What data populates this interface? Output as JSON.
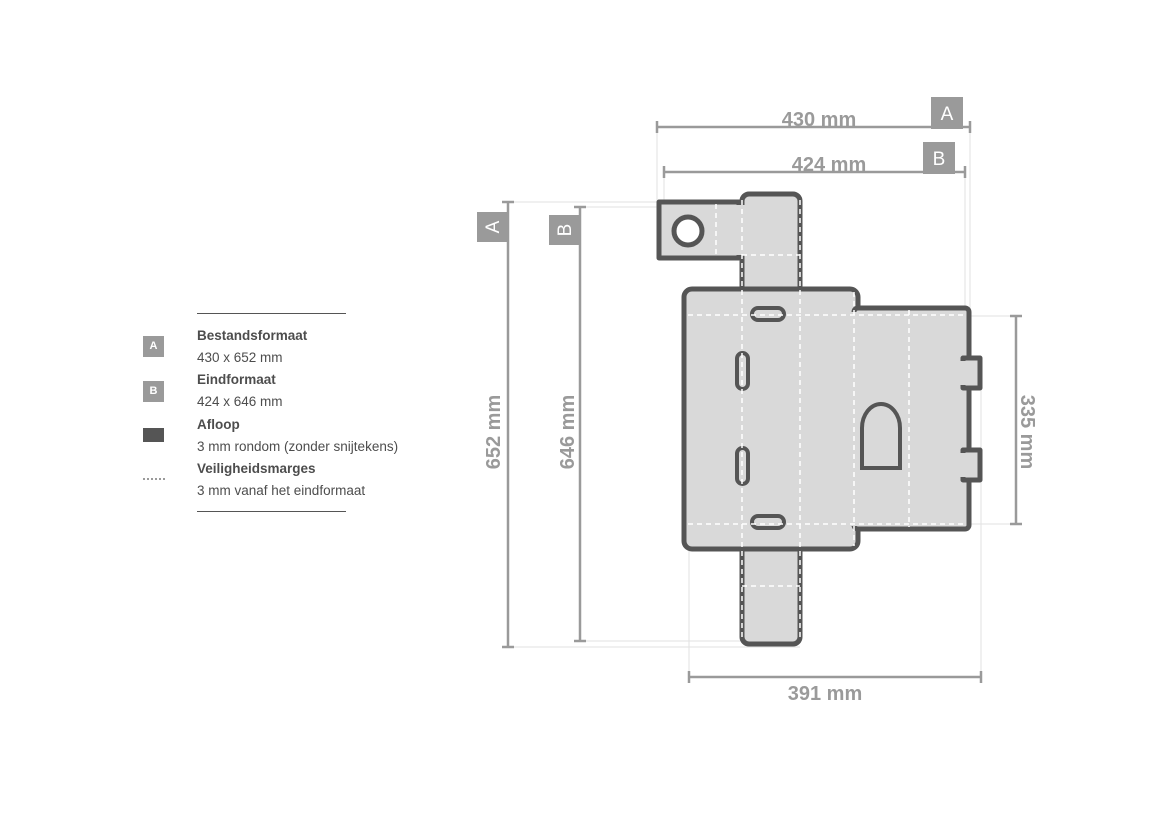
{
  "legend": {
    "items": [
      {
        "badge": "A",
        "title": "Bestandsformaat",
        "value": "430 x 652 mm"
      },
      {
        "badge": "B",
        "title": "Eindformaat",
        "value": "424 x 646 mm"
      },
      {
        "title": "Afloop",
        "value": "3 mm rondom (zonder snijtekens)"
      },
      {
        "title": "Veiligheidsmarges",
        "value": "3 mm vanaf het eindformaat"
      }
    ]
  },
  "dimensions": {
    "width_a": {
      "label": "430 mm",
      "badge": "A"
    },
    "width_b": {
      "label": "424 mm",
      "badge": "B"
    },
    "height_a": {
      "label": "652 mm",
      "badge": "A"
    },
    "height_b": {
      "label": "646 mm",
      "badge": "B"
    },
    "bottom_width": {
      "label": "391 mm"
    },
    "right_height": {
      "label": "335 mm"
    }
  },
  "colors": {
    "dim": "#9a9a9a",
    "outline": "#555555",
    "fill": "#d9d9d9"
  }
}
